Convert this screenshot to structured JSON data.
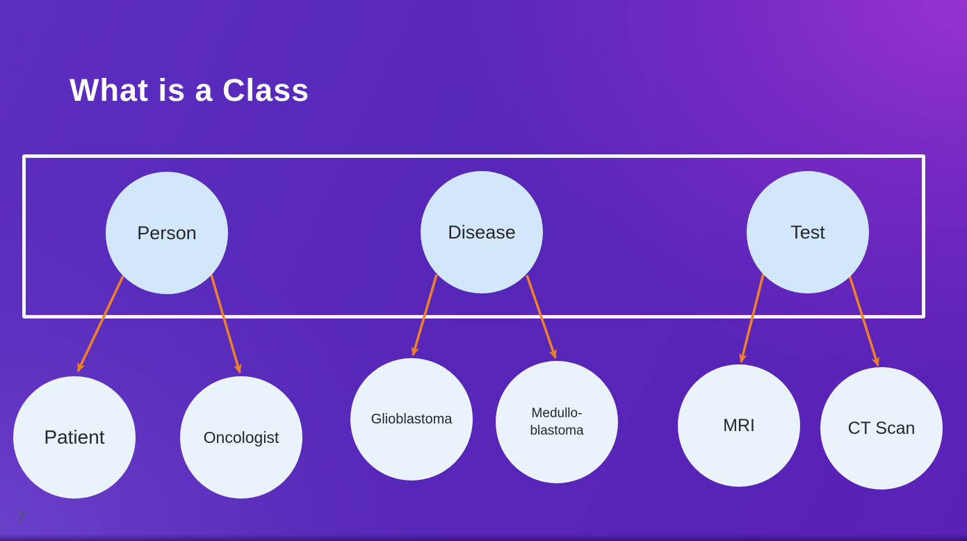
{
  "slide": {
    "title": "What is a Class",
    "page_number": "7"
  },
  "diagram": {
    "classes": [
      {
        "id": "person",
        "label": "Person"
      },
      {
        "id": "disease",
        "label": "Disease"
      },
      {
        "id": "test",
        "label": "Test"
      }
    ],
    "subclasses": [
      {
        "id": "patient",
        "label": "Patient",
        "parent": "Person"
      },
      {
        "id": "oncologist",
        "label": "Oncologist",
        "parent": "Person"
      },
      {
        "id": "glioblastoma",
        "label": "Glioblastoma",
        "parent": "Disease"
      },
      {
        "id": "medulloblastoma",
        "label": "Medullo-\nblastoma",
        "parent": "Disease"
      },
      {
        "id": "mri",
        "label": "MRI",
        "parent": "Test"
      },
      {
        "id": "ct-scan",
        "label": "CT Scan",
        "parent": "Test"
      }
    ]
  },
  "colors": {
    "background_top_left": "#5b2dbe",
    "background_top_right": "#9230cc",
    "background_bottom_right": "#5c1db8",
    "class_circle_fill": "#d2e7fa",
    "subclass_circle_fill": "#eaf3fc",
    "frame_border": "#f9fcff",
    "arrow": "#ee8127",
    "node_text": "#26262e",
    "title_text": "#ffffff"
  }
}
